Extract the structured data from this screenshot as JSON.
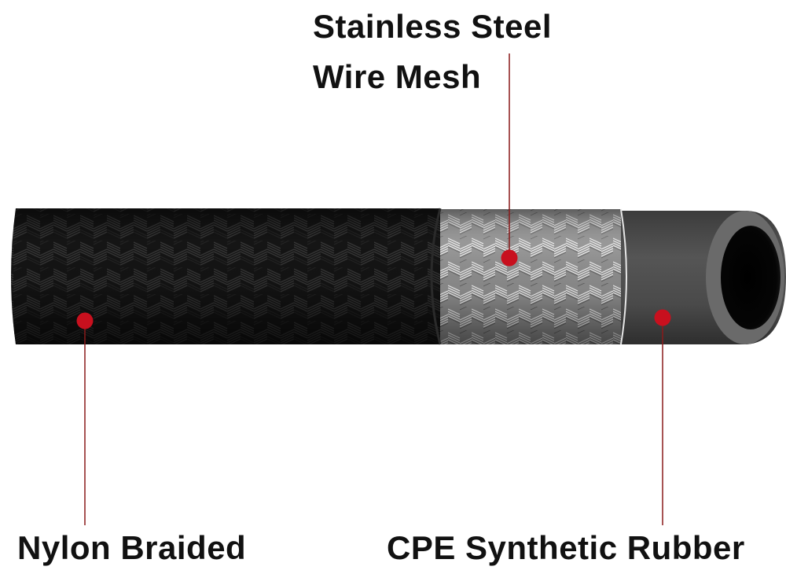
{
  "callouts": {
    "stainless_steel": {
      "line1": "Stainless Steel",
      "line2": "Wire Mesh"
    },
    "nylon": {
      "label": "Nylon Braided"
    },
    "rubber": {
      "label": "CPE Synthetic Rubber"
    }
  },
  "colors": {
    "callout_dot": "#c8101e",
    "callout_line": "#8a1a1a",
    "nylon_braid": "#1c1c1c",
    "steel_mesh": "#b8b8b8",
    "rubber": "#4a4a4a",
    "text": "#111111"
  }
}
